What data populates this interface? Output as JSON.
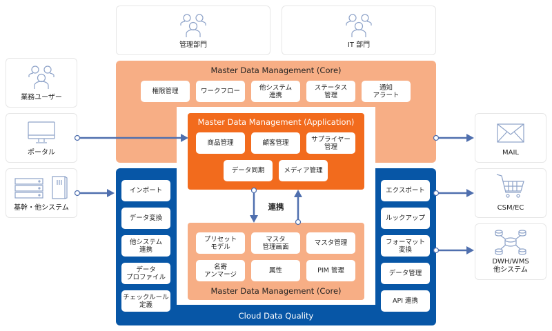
{
  "colors": {
    "peach": "#F7AE85",
    "orange": "#F26B1D",
    "blue": "#0756A6",
    "arrow": "#4F6FAE",
    "icon": "#8DA2C8"
  },
  "top_actors": [
    {
      "label": "管理部門",
      "icon": "people-icon"
    },
    {
      "label": "IT 部門",
      "icon": "people-icon"
    }
  ],
  "left_actors": [
    {
      "label": "業務ユーザー",
      "icon": "people-icon"
    },
    {
      "label": "ポータル",
      "icon": "monitor-icon"
    },
    {
      "label": "基幹・他システム",
      "icon": "server-icon"
    }
  ],
  "right_targets": [
    {
      "label": "MAIL",
      "icon": "envelope-icon"
    },
    {
      "label": "CSM/EC",
      "icon": "shopping-cart-icon"
    },
    {
      "label": "DWH/WMS\n他システム",
      "icon": "database-network-icon"
    }
  ],
  "mdm_core_top": {
    "title": "Master Data Management (Core)",
    "items": [
      "権限管理",
      "ワークフロー",
      "他システム\n連携",
      "ステータス\n管理",
      "通知\nアラート"
    ]
  },
  "mdm_application": {
    "title": "Master Data Management (Application)",
    "row1": [
      "商品管理",
      "顧客管理",
      "サプライヤー\n管理"
    ],
    "row2": [
      "データ同期",
      "メディア管理"
    ]
  },
  "link_label": "連携",
  "mdm_core_bottom": {
    "title": "Master Data Management (Core)",
    "row1": [
      "プリセット\nモデル",
      "マスタ\n管理画面",
      "マスタ管理"
    ],
    "row2": [
      "名寄\nアンマージ",
      "属性",
      "PIM 管理"
    ]
  },
  "cloud_data_quality": {
    "title": "Cloud Data Quality",
    "left_items": [
      "インポート",
      "データ変換",
      "他システム\n連携",
      "データ\nプロファイル",
      "チェックルール\n定義"
    ],
    "right_items": [
      "エクスポート",
      "ルックアップ",
      "フォーマット\n変換",
      "データ管理",
      "API 連携"
    ]
  }
}
